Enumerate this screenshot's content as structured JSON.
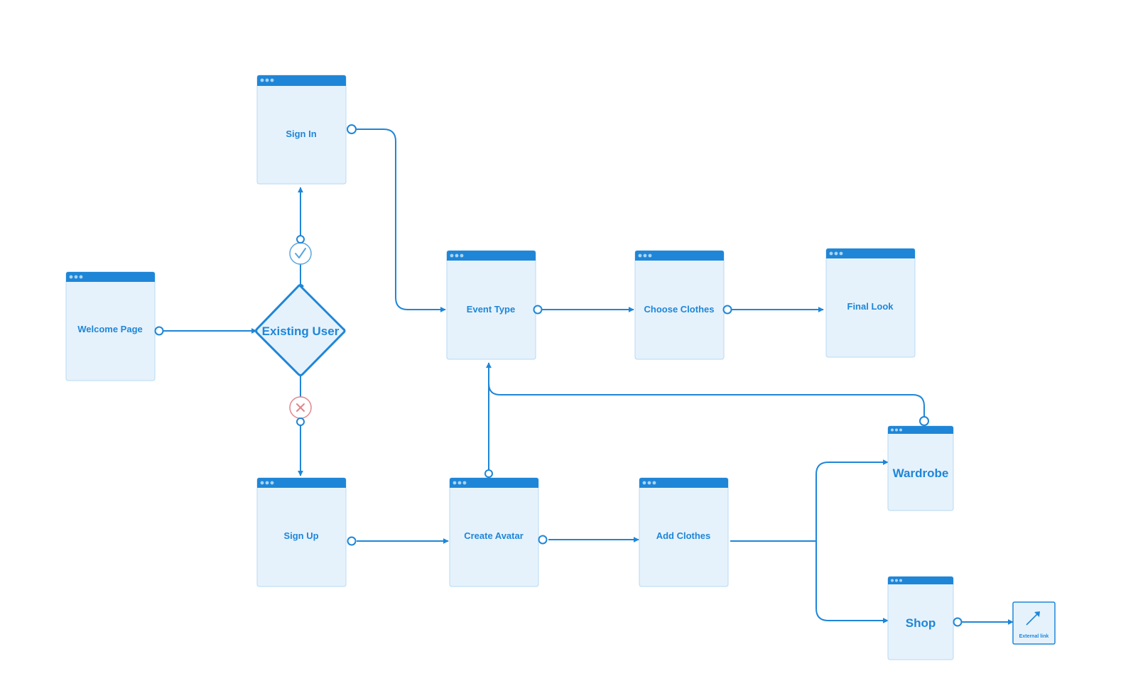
{
  "colors": {
    "primary": "#1f86d7",
    "window_fill": "#e5f2fc",
    "window_header": "#1f86d7",
    "header_dots": "#a9d4f5",
    "success": "#5aa5dc",
    "failure": "#e0868c",
    "background": "#ffffff"
  },
  "nodes": {
    "welcome_page": {
      "label": "Welcome Page"
    },
    "sign_in": {
      "label": "Sign In"
    },
    "sign_up": {
      "label": "Sign Up"
    },
    "existing_user": {
      "label": "Existing User"
    },
    "event_type": {
      "label": "Event Type"
    },
    "choose_clothes": {
      "label": "Choose Clothes"
    },
    "final_look": {
      "label": "Final Look"
    },
    "create_avatar": {
      "label": "Create Avatar"
    },
    "add_clothes": {
      "label": "Add Clothes"
    },
    "wardrobe": {
      "label": "Wardrobe"
    },
    "shop": {
      "label": "Shop"
    },
    "external_link": {
      "label": "External link",
      "icon": "external-link-arrow-icon"
    }
  },
  "decision_markers": {
    "yes": {
      "icon": "check-icon"
    },
    "no": {
      "icon": "cross-icon"
    }
  }
}
